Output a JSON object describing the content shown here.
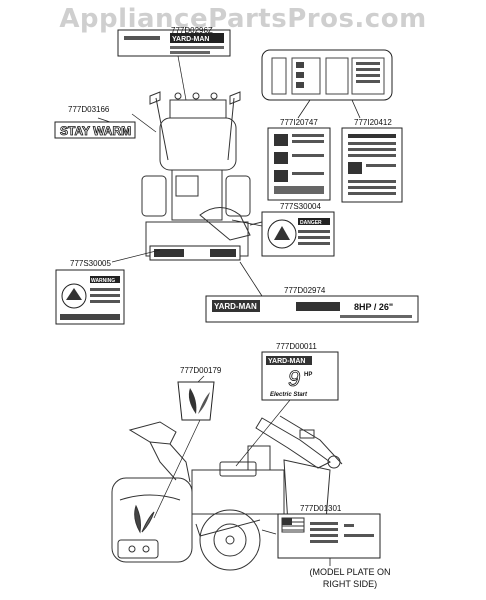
{
  "watermark": "AppliancePartsPros.com",
  "parts": [
    {
      "id": "777D02962",
      "label": "777D0296Z"
    },
    {
      "id": "777D03166",
      "label": "777D03166"
    },
    {
      "id": "777I20747",
      "label": "777I20747"
    },
    {
      "id": "777I20412",
      "label": "777I20412"
    },
    {
      "id": "777S30004",
      "label": "777S30004"
    },
    {
      "id": "777S30005",
      "label": "777S30005"
    },
    {
      "id": "777D02974",
      "label": "777D02974"
    },
    {
      "id": "777D00011",
      "label": "777D00011"
    },
    {
      "id": "777D00179",
      "label": "777D00179"
    },
    {
      "id": "777D01301",
      "label": "777D01301"
    }
  ],
  "decals": {
    "stay_warm": "STAY WARM",
    "yard_man": "YARD-MAN",
    "warning": "WARNING",
    "danger": "DANGER",
    "hp_speed": "8HP / 26\"",
    "hp_number": "9",
    "hp_unit": "HP",
    "electric_start": "Electric Start"
  },
  "note": {
    "line1": "(MODEL PLATE ON",
    "line2": "RIGHT SIDE)"
  }
}
